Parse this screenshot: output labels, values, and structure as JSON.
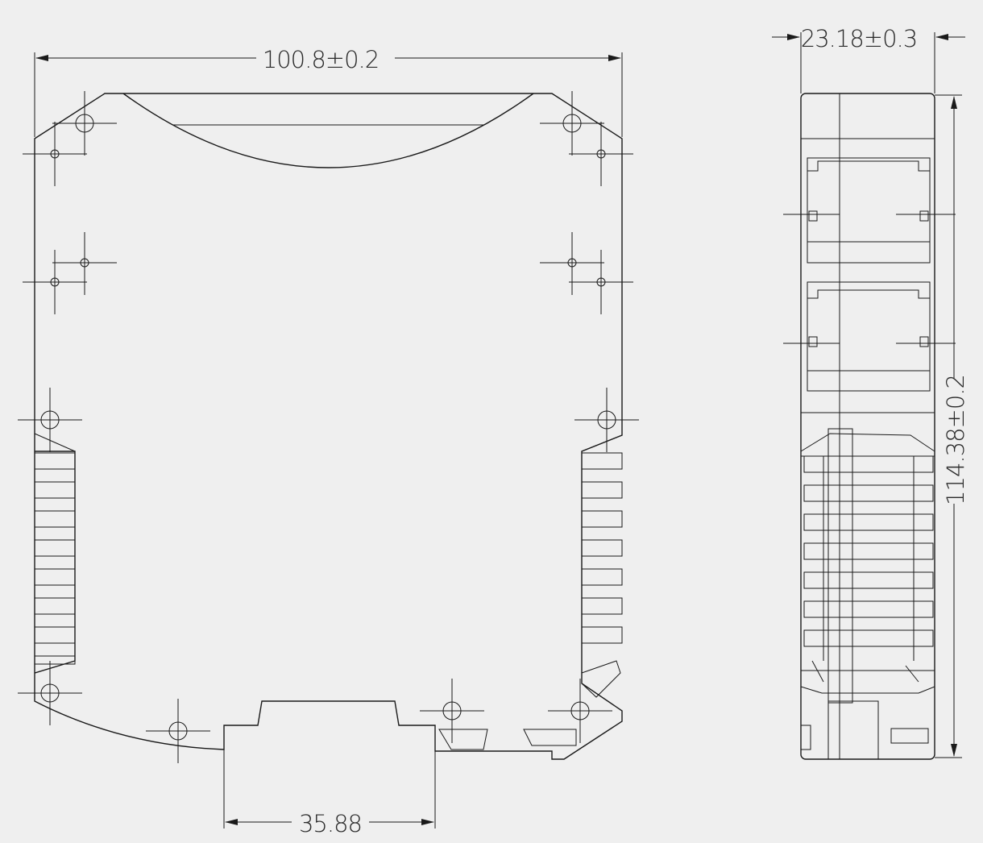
{
  "dimensions": {
    "front_width": "100.8±0.2",
    "rail_width": "35.88",
    "side_depth": "23.18±0.3",
    "side_height": "114.38±0.2"
  }
}
